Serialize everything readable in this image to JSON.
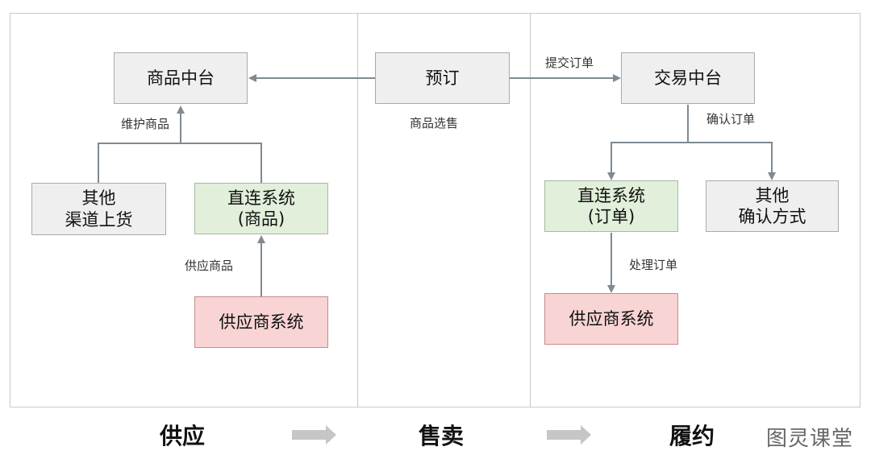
{
  "boxes": {
    "goods_platform": "商品中台",
    "booking": "预订",
    "trade_platform": "交易中台",
    "other_channels": "其他\n渠道上货",
    "direct_goods": "直连系统\n(商品)",
    "supplier_left": "供应商系统",
    "direct_order": "直连系统\n(订单)",
    "other_confirm": "其他\n确认方式",
    "supplier_right": "供应商系统"
  },
  "labels": {
    "maintain_goods": "维护商品",
    "supply_goods": "供应商品",
    "goods_selling": "商品选售",
    "submit_order": "提交订单",
    "confirm_order": "确认订单",
    "process_order": "处理订单"
  },
  "stages": {
    "supply": "供应",
    "sell": "售卖",
    "fulfill": "履约"
  },
  "watermark": "图灵课堂",
  "colors": {
    "gray_box": "#efefef",
    "green_box": "#e2efda",
    "red_box": "#f8d4d4",
    "arrow": "#7f8a91",
    "stage_arrow": "#c6c6c6"
  }
}
